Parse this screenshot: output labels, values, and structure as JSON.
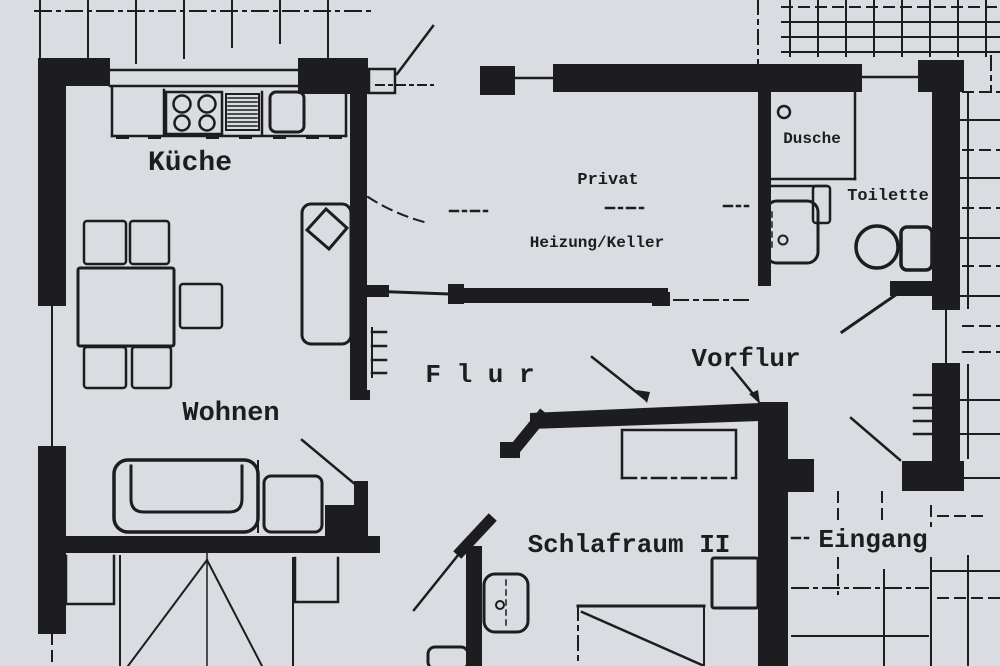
{
  "colors": {
    "paper": "#d9dce1",
    "ink": "#1d1d20"
  },
  "rooms": {
    "kueche": {
      "label": "Küche"
    },
    "privat": {
      "label": "Privat"
    },
    "heizung": {
      "label": "Heizung/Keller"
    },
    "dusche": {
      "label": "Dusche"
    },
    "toilette": {
      "label": "Toilette"
    },
    "vorflur": {
      "label": "Vorflur"
    },
    "flur": {
      "label": "F l u r"
    },
    "wohnen": {
      "label": "Wohnen"
    },
    "schlafraum2": {
      "label": "Schlafraum II"
    },
    "eingang": {
      "label": "Eingang"
    }
  },
  "fixtures": [
    "stove",
    "sink",
    "drainer",
    "dining-table",
    "chairs",
    "sideboard",
    "radiator",
    "sofa",
    "armchair",
    "shower",
    "shower-drain",
    "washbasin",
    "toilet",
    "wardrobe",
    "bed",
    "nightstand",
    "door-swing",
    "window",
    "paving-grid"
  ]
}
